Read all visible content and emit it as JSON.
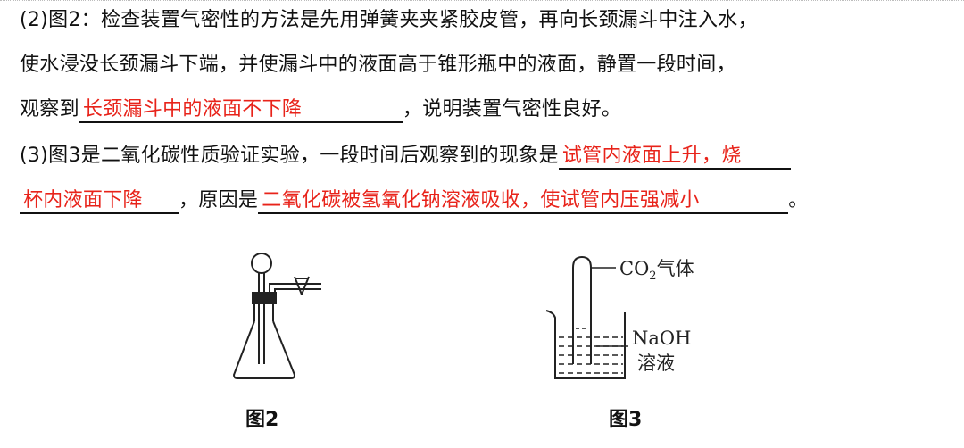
{
  "q2": {
    "line1": "(2)图2：检查装置气密性的方法是先用弹簧夹夹紧胶皮管，再向长颈漏斗中注入水，",
    "line2": "使水浸没长颈漏斗下端，并使漏斗中的液面高于锥形瓶中的液面，静置一段时间，",
    "line3_prefix": "观察到",
    "answer": "长颈漏斗中的液面不下降",
    "line3_suffix": "，说明装置气密性良好。"
  },
  "q3": {
    "line1_prefix": "(3)图3是二氧化碳性质验证实验，一段时间后观察到的现象是",
    "answer1_part1": "试管内液面上升，烧",
    "answer1_part2": "杯内液面下降",
    "line2_mid": "，原因是",
    "answer2": "二氧化碳被氢氧化钠溶液吸收，使试管内压强减小",
    "period": "。"
  },
  "figures": {
    "fig2_caption": "图2",
    "fig3_caption": "图3",
    "co2_label": "CO",
    "co2_sub": "2",
    "co2_suffix": "气体",
    "naoh_label": "NaOH",
    "solution_label": "溶液"
  },
  "colors": {
    "answer_red": "#e8231a"
  }
}
